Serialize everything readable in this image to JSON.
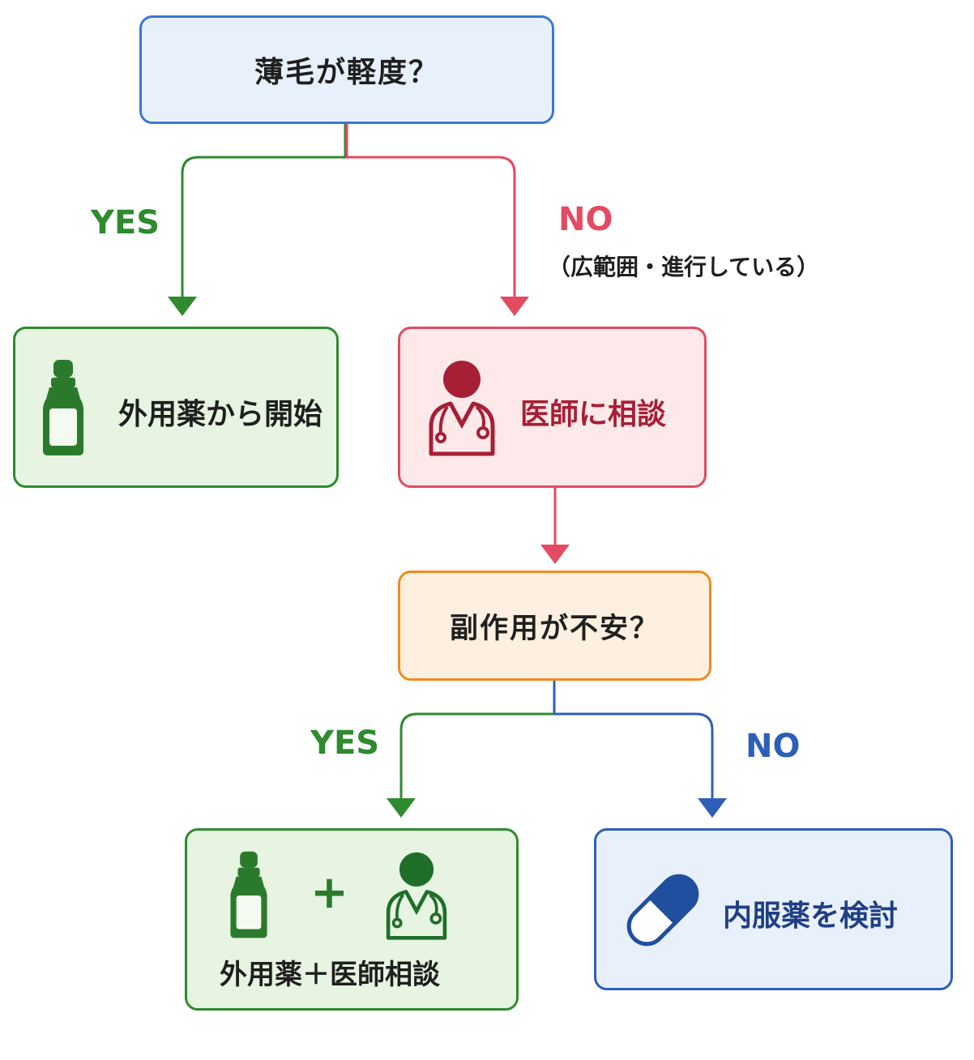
{
  "question1": "薄毛が軽度？",
  "branch1": {
    "yes_label": "YES",
    "no_label": "NO",
    "no_note": "（広範囲・進行している）"
  },
  "start_topical": {
    "label": "外用薬から開始",
    "icon": "medicine-bottle-icon"
  },
  "consult_doctor": {
    "label": "医師に相談",
    "icon": "doctor-icon"
  },
  "question2": "副作用が不安？",
  "branch2": {
    "yes_label": "YES",
    "no_label": "NO"
  },
  "combo": {
    "plus": "+",
    "label": "外用薬＋医師相談",
    "icons": [
      "medicine-bottle-icon",
      "doctor-icon"
    ]
  },
  "oral": {
    "label": "内服薬を検討",
    "icon": "capsule-icon"
  },
  "colors": {
    "green": "#2e8b2e",
    "red": "#e24b62",
    "orange": "#f08c1e",
    "blue": "#2e5fb8",
    "question_blue": "#3a78d4"
  }
}
